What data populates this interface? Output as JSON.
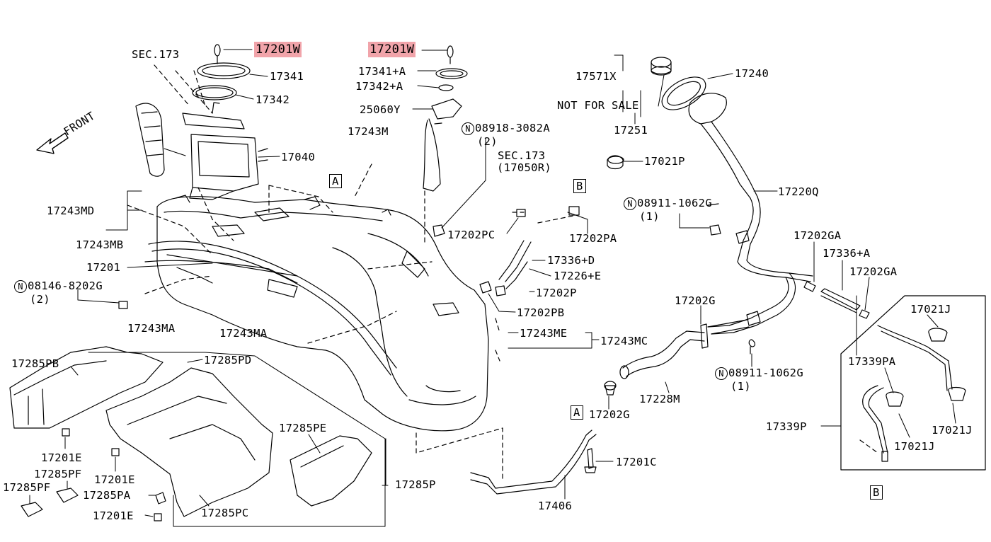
{
  "labels": {
    "sec173_top": "SEC.173",
    "w1": "17201W",
    "p17341": "17341",
    "p17342": "17342",
    "p17040": "17040",
    "front": "FRONT",
    "w2": "17201W",
    "p17341a": "17341+A",
    "p17342a": "17342+A",
    "p25060y": "25060Y",
    "p17243m": "17243M",
    "n08918": "08918-3082A",
    "n08918_qty": "(2)",
    "sec173_mid": "SEC.173",
    "p17050r": "(17050R)",
    "p17243md": "17243MD",
    "p17243mb": "17243MB",
    "p17201": "17201",
    "n08146": "08146-8202G",
    "n08146_qty": "(2)",
    "p17243ma_l": "17243MA",
    "p17243ma_c": "17243MA",
    "p17202pc": "17202PC",
    "p17202pa": "17202PA",
    "p17336d": "17336+D",
    "p17226e": "17226+E",
    "p17202p": "17202P",
    "p17202pb": "17202PB",
    "p17243me": "17243ME",
    "p17243mc": "17243MC",
    "p17571x": "17571X",
    "not_for_sale": "NOT FOR SALE",
    "p17251": "17251",
    "p17240": "17240",
    "p17021p": "17021P",
    "p17220q": "17220Q",
    "n08911a": "08911-1062G",
    "n08911a_qty": "(1)",
    "p17202ga_a": "17202GA",
    "p17336a": "17336+A",
    "p17202ga_b": "17202GA",
    "p17202g_a": "17202G",
    "n08911b": "08911-1062G",
    "n08911b_qty": "(1)",
    "p17228m": "17228M",
    "p17202g_b": "17202G",
    "p17201c": "17201C",
    "p17406": "17406",
    "p17021j_a": "17021J",
    "p17339pa": "17339PA",
    "p17021j_b": "17021J",
    "p17021j_c": "17021J",
    "p17339p": "17339P",
    "p17285pb": "17285PB",
    "p17285pd": "17285PD",
    "p17285pe": "17285PE",
    "p17285p": "17285P",
    "p17201e_a": "17201E",
    "p17201e_b": "17201E",
    "p17201e_c": "17201E",
    "p17285pf_a": "17285PF",
    "p17285pf_b": "17285PF",
    "p17285pa": "17285PA",
    "p17285pc": "17285PC",
    "ref_a1": "A",
    "ref_a2": "A",
    "ref_b1": "B",
    "ref_b2": "B",
    "nut_symbol": "N"
  },
  "colors": {
    "highlight": "#f1a4aa",
    "line": "#000000",
    "background": "#ffffff"
  }
}
